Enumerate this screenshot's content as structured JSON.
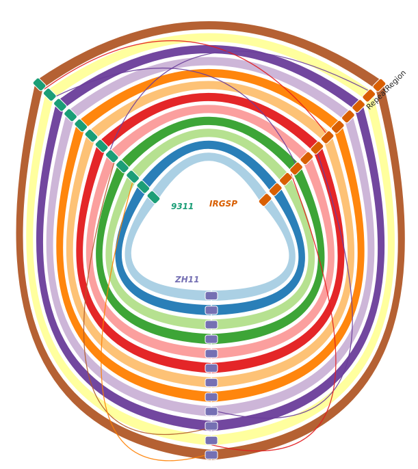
{
  "genomes": [
    {
      "name": "9311",
      "color": "#1b9e77"
    },
    {
      "name": "IRGSP",
      "color": "#d95f02"
    },
    {
      "name": "ZH11",
      "color": "#7570b3"
    }
  ],
  "axis_label": "RepeatRegion",
  "ribbon_colors": [
    "#a6cee3",
    "#1f78b4",
    "#b2df8a",
    "#33a02c",
    "#fb9a99",
    "#e31a1c",
    "#fdbf6f",
    "#ff7f00",
    "#cab2d6",
    "#6a3d9a",
    "#ffff99",
    "#b15928"
  ],
  "chromosome_count": 12
}
